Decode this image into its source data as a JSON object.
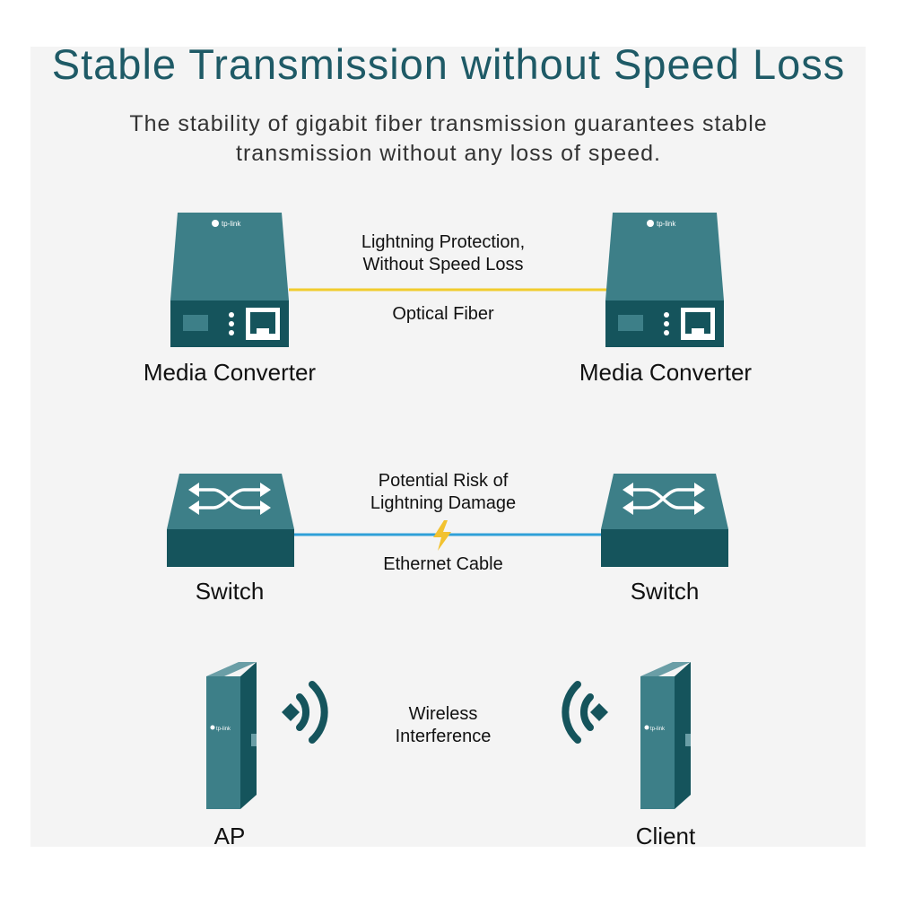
{
  "title": "Stable Transmission without Speed Loss",
  "subtitle": "The stability of gigabit fiber transmission guarantees stable transmission without any loss of speed.",
  "rows": {
    "fiber": {
      "link_note_line1": "Lightning Protection,",
      "link_note_line2": "Without Speed Loss",
      "link_type": "Optical Fiber",
      "left_device": "Media Converter",
      "right_device": "Media Converter",
      "brand": "tp-link",
      "link_color": "#f1cc2e"
    },
    "ethernet": {
      "link_note_line1": "Potential Risk of",
      "link_note_line2": "Lightning Damage",
      "link_type": "Ethernet Cable",
      "left_device": "Switch",
      "right_device": "Switch",
      "link_color": "#2fa0d8",
      "warning_color": "#f2c230"
    },
    "wireless": {
      "link_note_line1": "Wireless",
      "link_note_line2": "Interference",
      "left_device": "AP",
      "right_device": "Client",
      "brand": "tp-link"
    }
  },
  "colors": {
    "device": "#1c6a73",
    "device_dark": "#15545c",
    "title": "#1e5a66"
  }
}
